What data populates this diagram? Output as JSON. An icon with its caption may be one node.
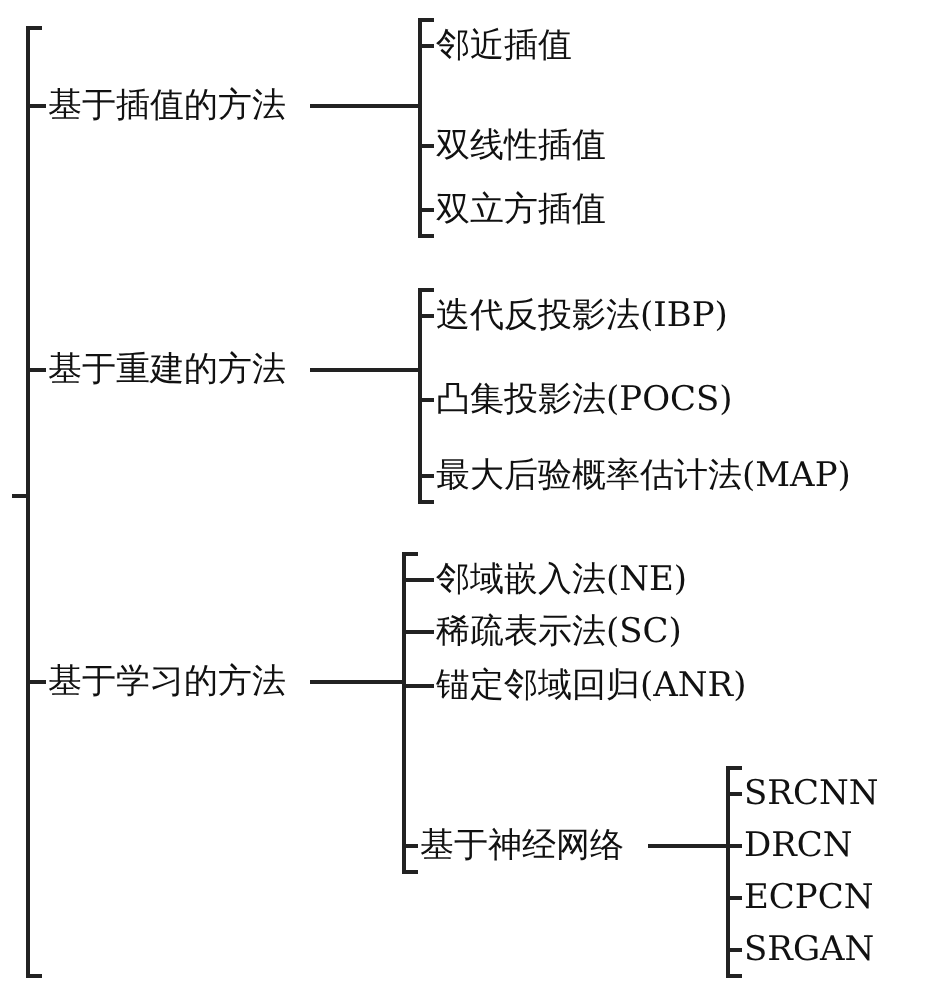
{
  "diagram": {
    "nodes": [
      {
        "text": [
          "基于插值的方法"
        ]
      },
      {
        "text": [
          "邻近插值"
        ]
      },
      {
        "text": [
          "双线性插值"
        ]
      },
      {
        "text": [
          "双立方插值"
        ]
      },
      {
        "text": [
          "基于重建的方法"
        ]
      },
      {
        "text": [
          "迭代反投影法(IBP)"
        ]
      },
      {
        "text": [
          "凸集投影法(POCS)"
        ]
      },
      {
        "text": [
          "最大后验概率估计法(MAP)"
        ]
      },
      {
        "text": [
          "基于学习的方法"
        ]
      },
      {
        "text": [
          "邻域嵌入法(NE)"
        ]
      },
      {
        "text": [
          "稀疏表示法(SC)"
        ]
      },
      {
        "text": [
          "锚定邻域回归(ANR)"
        ]
      },
      {
        "text": [
          "基于神经网络"
        ]
      },
      {
        "text": [
          "SRCNN"
        ]
      },
      {
        "text": [
          "DRCN"
        ]
      },
      {
        "text": [
          "ECPCN"
        ]
      },
      {
        "text": [
          "SRGAN"
        ]
      }
    ],
    "edges": [
      {
        "from": null,
        "to": 0,
        "arrow": "none"
      },
      {
        "from": null,
        "to": 4,
        "arrow": "none"
      },
      {
        "from": null,
        "to": 8,
        "arrow": "none"
      },
      {
        "from": 0,
        "to": 1,
        "arrow": "none"
      },
      {
        "from": 0,
        "to": 2,
        "arrow": "none"
      },
      {
        "from": 0,
        "to": 3,
        "arrow": "none"
      },
      {
        "from": 4,
        "to": 5,
        "arrow": "none"
      },
      {
        "from": 4,
        "to": 6,
        "arrow": "none"
      },
      {
        "from": 4,
        "to": 7,
        "arrow": "none"
      },
      {
        "from": 8,
        "to": 9,
        "arrow": "none"
      },
      {
        "from": 8,
        "to": 10,
        "arrow": "none"
      },
      {
        "from": 8,
        "to": 11,
        "arrow": "none"
      },
      {
        "from": 8,
        "to": 12,
        "arrow": "none"
      },
      {
        "from": 12,
        "to": 13,
        "arrow": "none"
      },
      {
        "from": 12,
        "to": 14,
        "arrow": "none"
      },
      {
        "from": 12,
        "to": 15,
        "arrow": "none"
      },
      {
        "from": 12,
        "to": 16,
        "arrow": "none"
      }
    ]
  }
}
